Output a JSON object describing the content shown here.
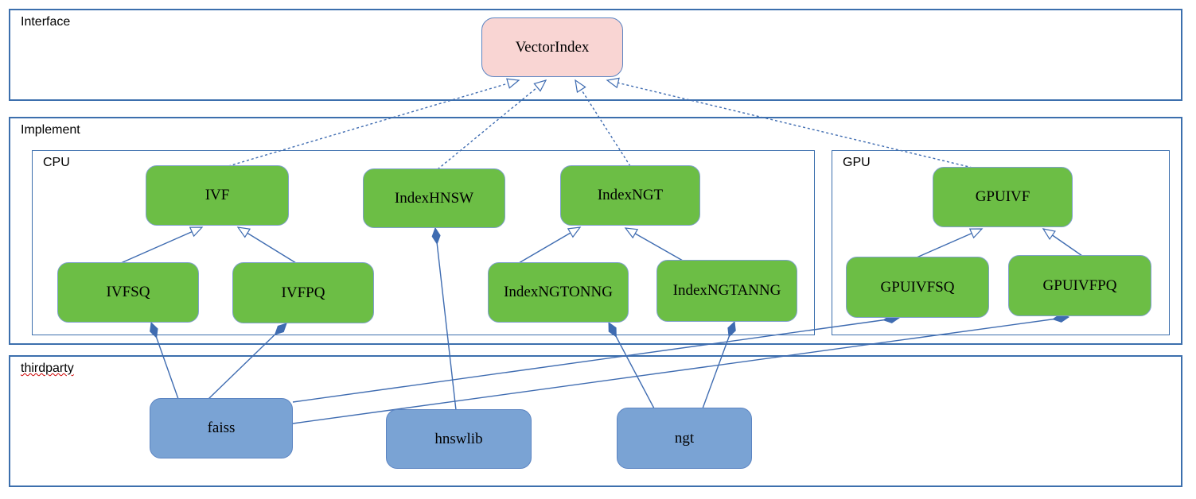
{
  "containers": {
    "interface": {
      "label": "Interface"
    },
    "implement": {
      "label": "Implement"
    },
    "cpu": {
      "label": "CPU"
    },
    "gpu": {
      "label": "GPU"
    },
    "thirdparty": {
      "label": "thirdparty"
    }
  },
  "nodes": {
    "vectorindex": {
      "label": "VectorIndex",
      "kind": "interface"
    },
    "ivf": {
      "label": "IVF",
      "kind": "cpu"
    },
    "indexhnsw": {
      "label": "IndexHNSW",
      "kind": "cpu"
    },
    "indexngt": {
      "label": "IndexNGT",
      "kind": "cpu"
    },
    "ivfsq": {
      "label": "IVFSQ",
      "kind": "cpu"
    },
    "ivfpq": {
      "label": "IVFPQ",
      "kind": "cpu"
    },
    "indexngtonng": {
      "label": "IndexNGTONNG",
      "kind": "cpu"
    },
    "indexngtanng": {
      "label": "IndexNGTANNG",
      "kind": "cpu"
    },
    "gpuivf": {
      "label": "GPUIVF",
      "kind": "gpu"
    },
    "gpuivfsq": {
      "label": "GPUIVFSQ",
      "kind": "gpu"
    },
    "gpuivfpq": {
      "label": "GPUIVFPQ",
      "kind": "gpu"
    },
    "faiss": {
      "label": "faiss",
      "kind": "thirdparty"
    },
    "hnswlib": {
      "label": "hnswlib",
      "kind": "thirdparty"
    },
    "ngt": {
      "label": "ngt",
      "kind": "thirdparty"
    }
  },
  "edges": [
    {
      "from": "ivf",
      "to": "vectorindex",
      "type": "realization"
    },
    {
      "from": "indexhnsw",
      "to": "vectorindex",
      "type": "realization"
    },
    {
      "from": "indexngt",
      "to": "vectorindex",
      "type": "realization"
    },
    {
      "from": "gpuivf",
      "to": "vectorindex",
      "type": "realization"
    },
    {
      "from": "ivfsq",
      "to": "ivf",
      "type": "generalization"
    },
    {
      "from": "ivfpq",
      "to": "ivf",
      "type": "generalization"
    },
    {
      "from": "indexngtonng",
      "to": "indexngt",
      "type": "generalization"
    },
    {
      "from": "indexngtanng",
      "to": "indexngt",
      "type": "generalization"
    },
    {
      "from": "gpuivfsq",
      "to": "gpuivf",
      "type": "generalization"
    },
    {
      "from": "gpuivfpq",
      "to": "gpuivf",
      "type": "generalization"
    },
    {
      "from": "faiss",
      "to": "ivfsq",
      "type": "composition"
    },
    {
      "from": "faiss",
      "to": "ivfpq",
      "type": "composition"
    },
    {
      "from": "hnswlib",
      "to": "indexhnsw",
      "type": "composition"
    },
    {
      "from": "ngt",
      "to": "indexngtonng",
      "type": "composition"
    },
    {
      "from": "ngt",
      "to": "indexngtanng",
      "type": "composition"
    },
    {
      "from": "faiss",
      "to": "gpuivfsq",
      "type": "composition"
    },
    {
      "from": "faiss",
      "to": "gpuivfpq",
      "type": "composition"
    }
  ],
  "colors": {
    "container_border": "#3C6FAD",
    "interface_node_fill": "#F9D5D3",
    "implement_node_fill": "#6CBE45",
    "thirdparty_node_fill": "#7AA3D4",
    "node_border": "#7FA0CC",
    "edge_line": "#3F6CB1",
    "spellcheck_underline": "#CC0000"
  }
}
